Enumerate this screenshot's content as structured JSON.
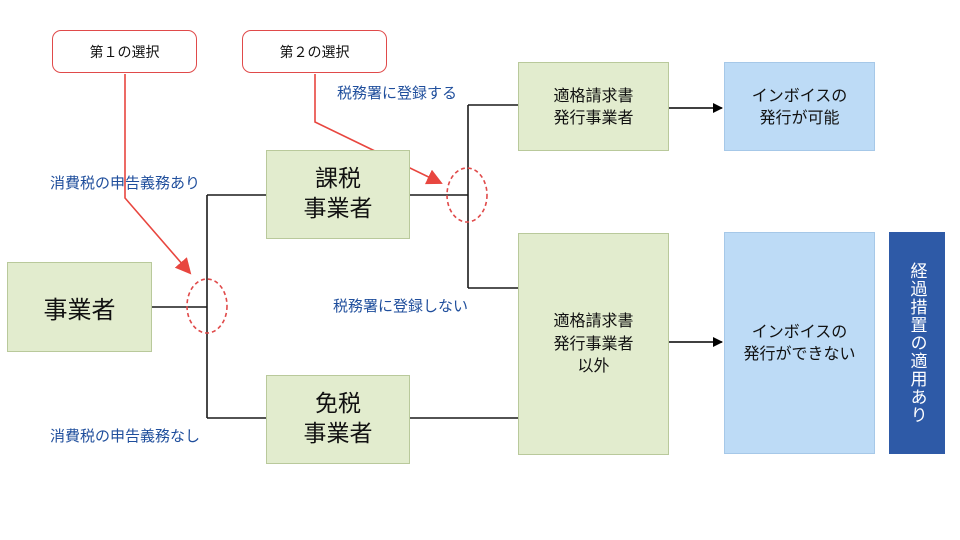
{
  "callouts": {
    "first_choice": "第１の選択",
    "second_choice": "第２の選択"
  },
  "boxes": {
    "business": "事業者",
    "taxable": "課税\n事業者",
    "exempt": "免税\n事業者",
    "qualified": "適格請求書\n発行事業者",
    "non_qualified": "適格請求書\n発行事業者\n以外",
    "can_issue": "インボイスの\n発行が可能",
    "cannot_issue": "インボイスの\n発行ができない",
    "transitional": "経過措置の適用あり"
  },
  "labels": {
    "filing_required": "消費税の申告義務あり",
    "no_filing": "消費税の申告義務なし",
    "register": "税務署に登録する",
    "not_register": "税務署に登録しない"
  },
  "colors": {
    "box_green": "#e2ecce",
    "box_blue": "#bddbf6",
    "accent_blue": "#2e5aa7",
    "label_blue": "#1f4e9c",
    "callout_red": "#e04a4a"
  }
}
